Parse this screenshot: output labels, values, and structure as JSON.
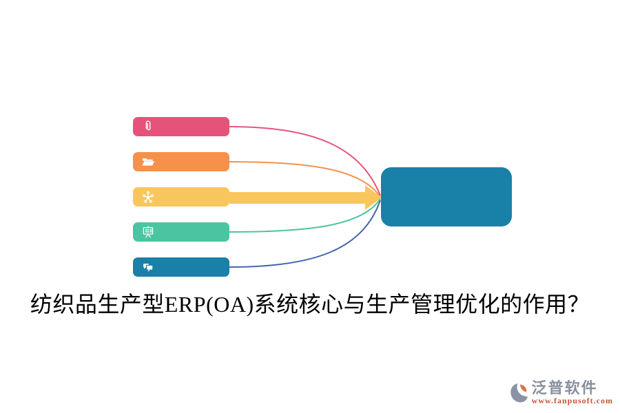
{
  "title": {
    "text": "纺织品生产型ERP(OA)系统核心与生产管理优化的作用？"
  },
  "diagram": {
    "items": [
      {
        "icon": "paperclip-icon",
        "color": "#E6537A"
      },
      {
        "icon": "folder-open-icon",
        "color": "#F6914C"
      },
      {
        "icon": "network-nodes-icon",
        "color": "#F8C65C"
      },
      {
        "icon": "presentation-board-icon",
        "color": "#49C5A2"
      },
      {
        "icon": "chat-bubbles-icon",
        "color": "#1980A8"
      }
    ],
    "connectors": [
      {
        "color": "#E6537A",
        "type": "curve"
      },
      {
        "color": "#F6914C",
        "type": "curve"
      },
      {
        "color": "#F8C65C",
        "type": "thick-arrow"
      },
      {
        "color": "#49C5A2",
        "type": "curve"
      },
      {
        "color": "#4465AC",
        "type": "curve"
      }
    ],
    "target_box": {
      "color": "#1980A8",
      "label": ""
    }
  },
  "watermark": {
    "brand": "泛普软件",
    "url": "www.fanpusoft.com",
    "brand_color": "#8A8F9E",
    "url_color": "#C9523B",
    "mark_gray": "#8A93A6",
    "mark_orange": "#D9734A"
  }
}
